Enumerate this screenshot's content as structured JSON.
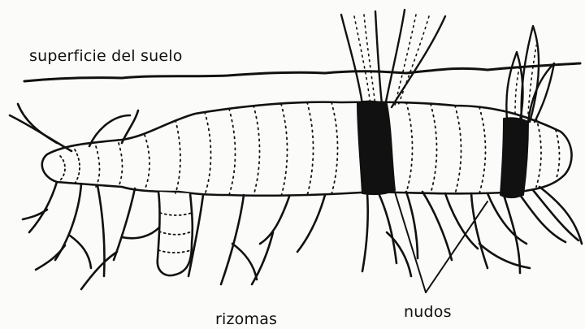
{
  "diagram": {
    "labels": {
      "surface": "superficie del suelo",
      "rhizomes": "rizomas",
      "nodes": "nudos"
    },
    "colors": {
      "ink": "#111111",
      "background": "#fbfbf9"
    }
  }
}
